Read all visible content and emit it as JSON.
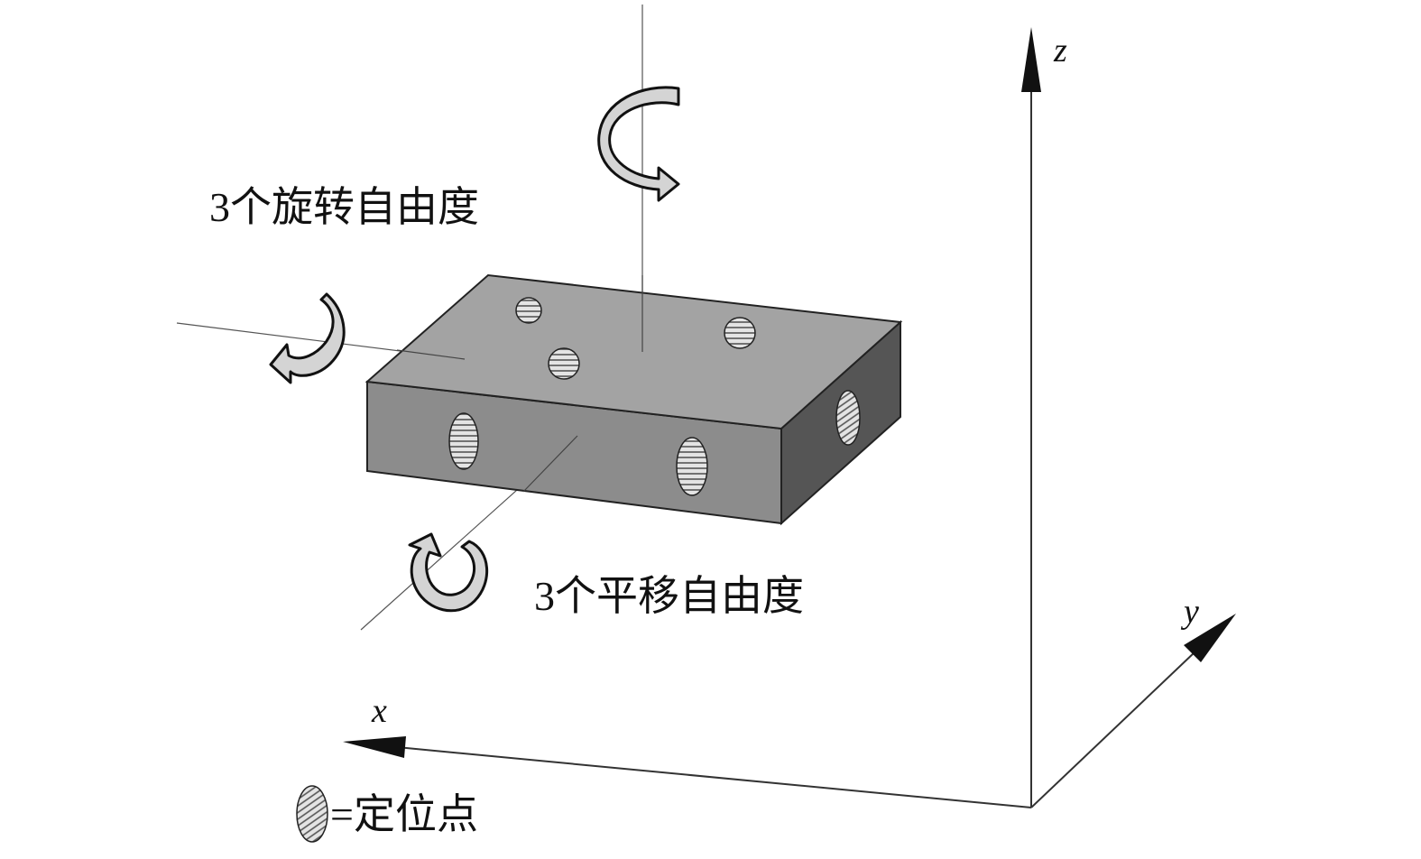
{
  "labels": {
    "rotation": "3个旋转自由度",
    "translation": "3个平移自由度",
    "legend": "=定位点"
  },
  "axes": {
    "x": "x",
    "y": "y",
    "z": "z"
  },
  "colors": {
    "block_top": "#a3a3a3",
    "block_front": "#8c8c8c",
    "block_side": "#555555",
    "block_edge": "#222222",
    "arrow_fill": "#d4d4d4",
    "arrow_stroke": "#111111",
    "locator_fill": "#e2e2e2",
    "axis_line": "#333333"
  },
  "icons": {
    "rotation_arrow": "curved-rotation-arrow-icon",
    "locator": "hatched-ellipse-locator-icon"
  }
}
